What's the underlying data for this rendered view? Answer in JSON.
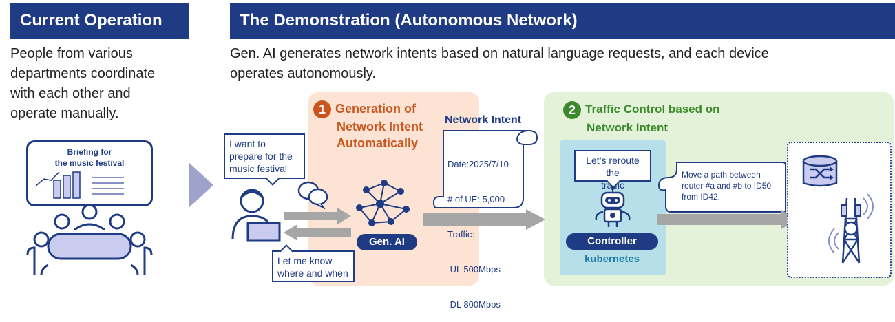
{
  "current": {
    "header": "Current Operation",
    "description_lines": [
      "People from various",
      "departments coordinate",
      "with each other and",
      "operate manually."
    ],
    "board_title_lines": [
      "Briefing for",
      "the music festival"
    ]
  },
  "demo": {
    "header": "The Demonstration (Autonomous Network)",
    "description_lines": [
      "Gen. AI generates network intents based on natural language requests, and each device",
      "operates autonomously."
    ]
  },
  "step1": {
    "number": "1",
    "title_lines": [
      "Generation of",
      "Network Intent",
      "Automatically"
    ],
    "genai_label": "Gen. AI"
  },
  "user_bubble": {
    "lines": [
      "I want to",
      "prepare for the",
      "music festival"
    ]
  },
  "reply_bubble": {
    "lines": [
      "Let me know",
      "where and when"
    ]
  },
  "intent": {
    "title": "Network Intent",
    "lines": [
      "Date:2025/7/10",
      "# of UE: 5,000",
      "Traffic:",
      " UL 500Mbps",
      " DL 800Mbps"
    ]
  },
  "step2": {
    "number": "2",
    "title_lines": [
      "Traffic Control based on",
      "Network Intent"
    ],
    "controller_bubble_lines": [
      "Let’s reroute the",
      "traffic"
    ],
    "controller_label": "Controller",
    "kubernetes_label": "kubernetes",
    "command_lines": [
      "Move a path between",
      "router #a and #b to ID50",
      "from ID42."
    ]
  },
  "colors": {
    "navy": "#1f3b83",
    "orange": "#c9551c",
    "green": "#3d8a2c",
    "peach_bg": "#fde3d4",
    "green_bg": "#e4f2d9",
    "teal_bg": "#b6dfe9",
    "arrow_gray": "#a6a6a6",
    "chevron": "#9fa3cc"
  }
}
